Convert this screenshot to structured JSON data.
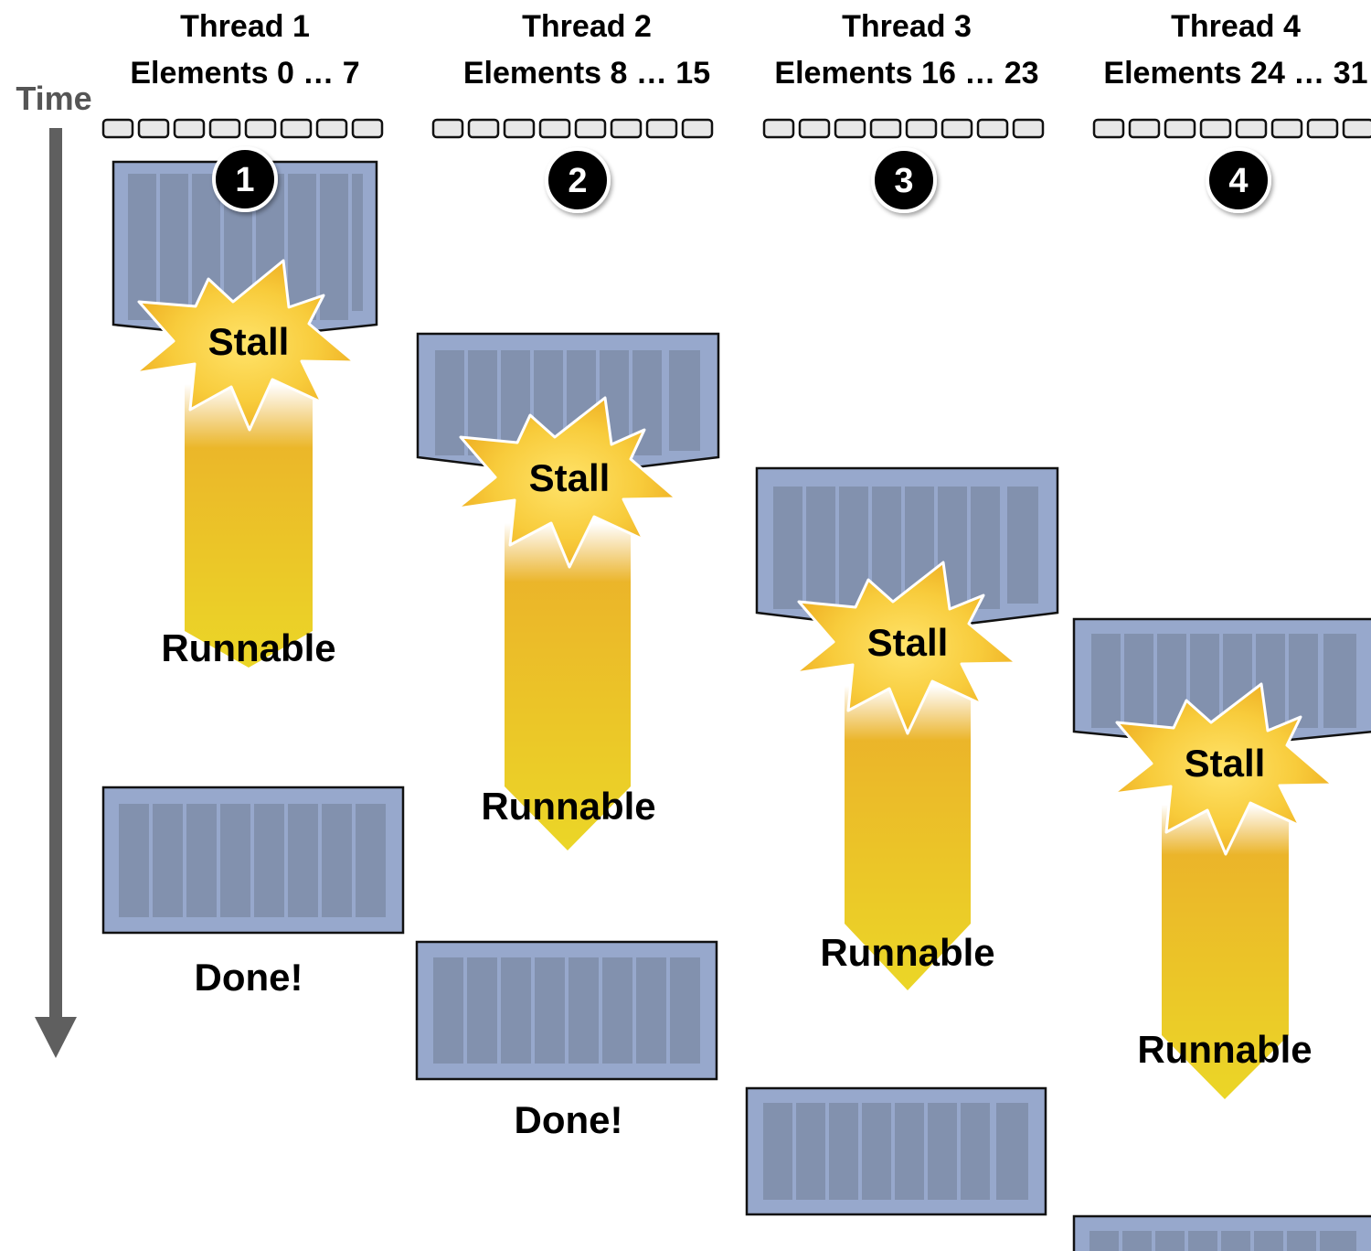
{
  "time_axis": {
    "label": "Time"
  },
  "threads": [
    {
      "title": "Thread 1",
      "elements": "Elements 0 … 7",
      "badge": "1",
      "stall_label": "Stall",
      "runnable_label": "Runnable",
      "done_label": "Done!"
    },
    {
      "title": "Thread 2",
      "elements": "Elements 8 … 15",
      "badge": "2",
      "stall_label": "Stall",
      "runnable_label": "Runnable",
      "done_label": "Done!"
    },
    {
      "title": "Thread 3",
      "elements": "Elements 16 … 23",
      "badge": "3",
      "stall_label": "Stall",
      "runnable_label": "Runnable"
    },
    {
      "title": "Thread 4",
      "elements": "Elements 24 … 31",
      "badge": "4",
      "stall_label": "Stall",
      "runnable_label": "Runnable"
    }
  ],
  "colors": {
    "block_fill": "#97a8cc",
    "lane_fill": "#8291ae",
    "runnable_top": "#ebae2a",
    "runnable_bottom": "#ebd627",
    "stall_burst": "#f5c53a",
    "axis": "#5f5f5f",
    "element_box": "#e8e8e8"
  }
}
